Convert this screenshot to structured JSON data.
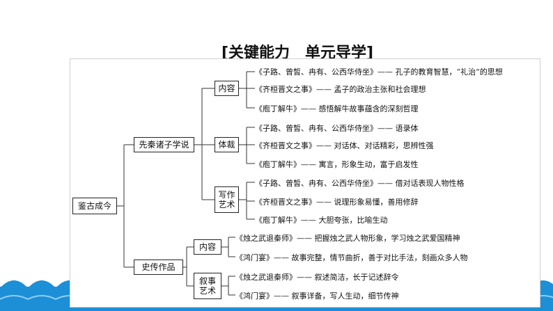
{
  "page": {
    "title": "[关键能力　单元导学]"
  },
  "tree": {
    "root": "鉴古成今",
    "branches": [
      {
        "label": "先秦诸子学说",
        "groups": [
          {
            "label": "内容",
            "leaves": [
              "《子路、曾皙、冉有、公西华侍坐》—— 孔子的教育智慧，“礼治”的思想",
              "《齐桓晋文之事》—— 孟子的政治主张和社会理想",
              "《庖丁解牛》—— 感悟解牛故事蕴含的深刻哲理"
            ]
          },
          {
            "label": "体裁",
            "leaves": [
              "《子路、曾皙、冉有、公西华侍坐》—— 语录体",
              "《齐桓晋文之事》—— 对话体、对话精彩，思辨性强",
              "《庖丁解牛》—— 寓言，形象生动，富于启发性"
            ]
          },
          {
            "label": "写作艺术",
            "leaves": [
              "《子路、曾皙、冉有、公西华侍坐》—— 借对话表现人物性格",
              "《齐桓晋文之事》—— 说理形象易懂，善用修辞",
              "《庖丁解牛》—— 大胆夸张，比喻生动"
            ]
          }
        ]
      },
      {
        "label": "史传作品",
        "groups": [
          {
            "label": "内容",
            "leaves": [
              "《烛之武退秦师》—— 把握烛之武人物形象，学习烛之武爱国精神",
              "《鸿门宴》—— 故事完整，情节曲折，善于对比手法，刻画众多人物"
            ]
          },
          {
            "label": "叙事艺术",
            "leaves": [
              "《烛之武退秦师》—— 叙述简洁，长于记述辞令",
              "《鸿门宴》—— 叙事详备，写人生动，细节传神"
            ]
          }
        ]
      }
    ]
  },
  "colors": {
    "wave_dark": "#1d8fd6",
    "wave_light": "#8fd0f4"
  }
}
